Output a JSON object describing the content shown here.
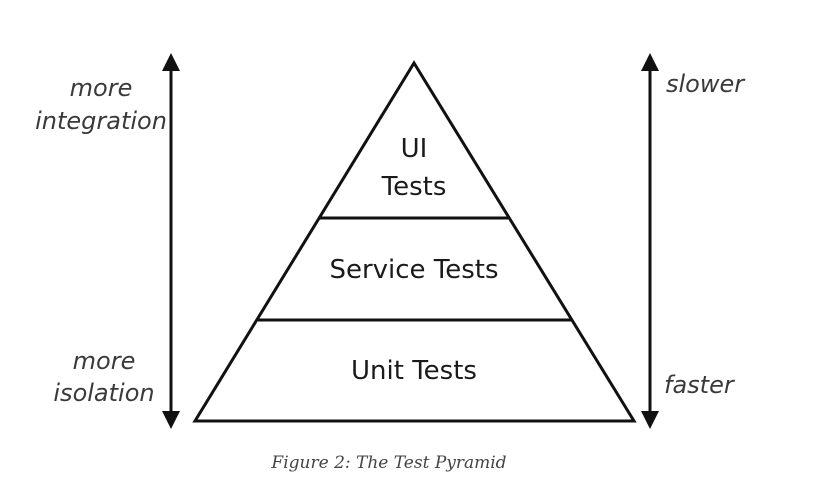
{
  "pyramid": {
    "top_label_line1": "UI",
    "top_label_line2": "Tests",
    "middle_label": "Service Tests",
    "bottom_label": "Unit Tests"
  },
  "left_axis": {
    "top_line1": "more",
    "top_line2": "integration",
    "bottom_line1": "more",
    "bottom_line2": "isolation"
  },
  "right_axis": {
    "top": "slower",
    "bottom": "faster"
  },
  "caption": "Figure 2: The Test Pyramid",
  "colors": {
    "stroke": "#111111",
    "text": "#1a1a1a",
    "side_text": "#3a3a3a",
    "caption": "#444444"
  }
}
